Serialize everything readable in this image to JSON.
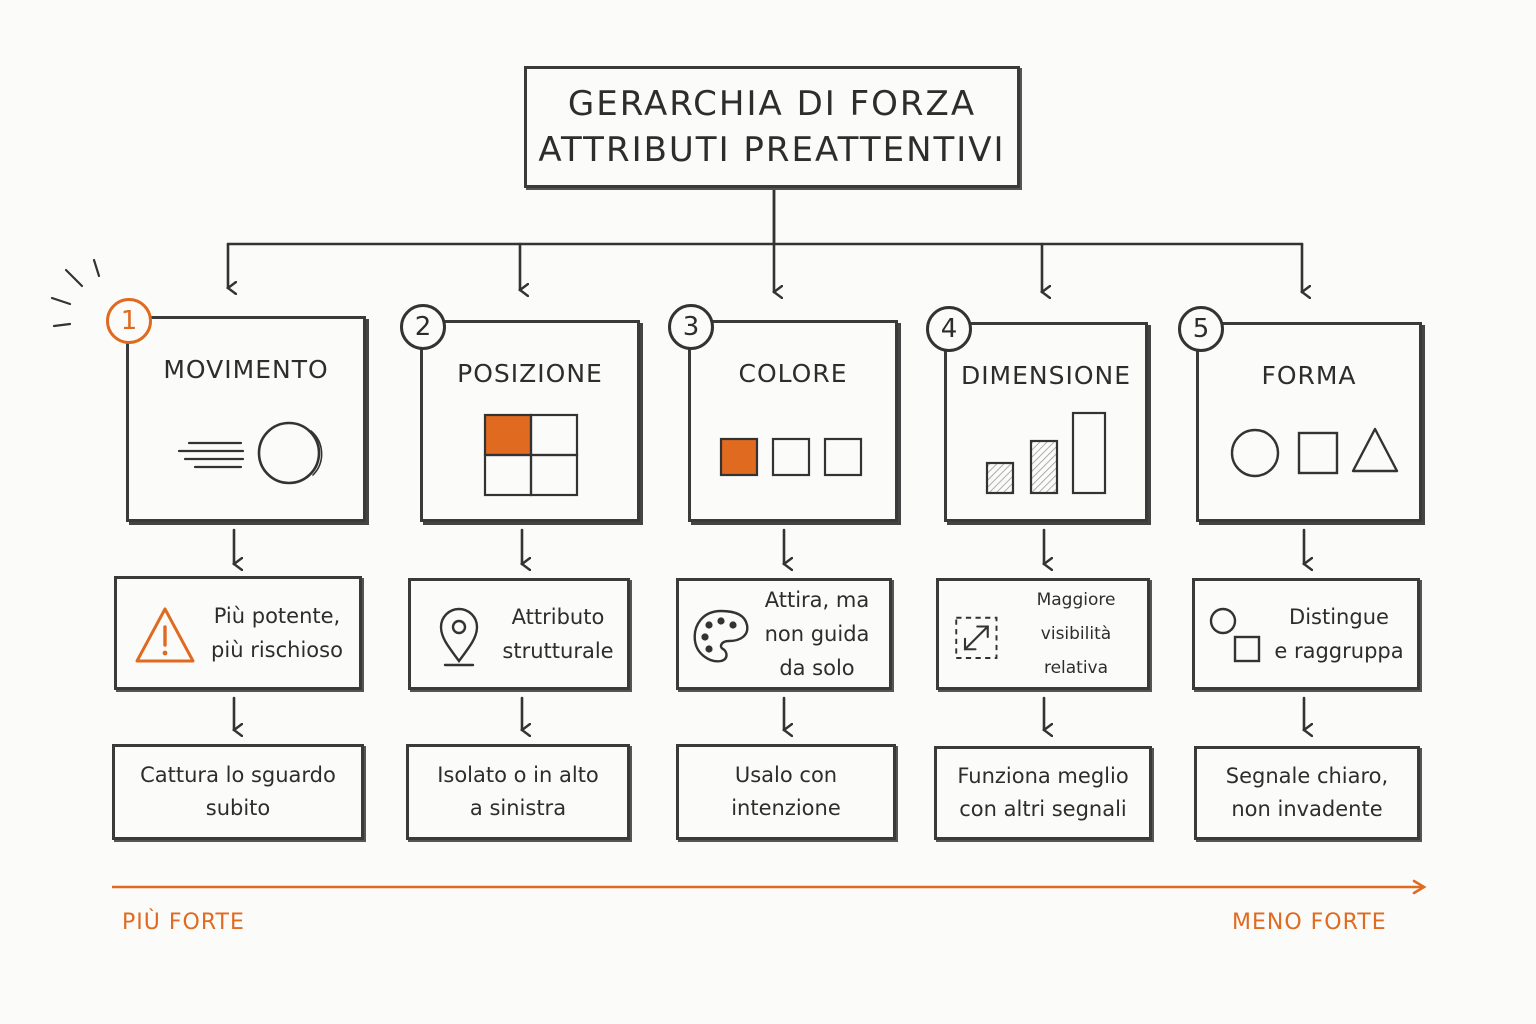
{
  "title": {
    "line1": "GERARCHIA DI FORZA",
    "line2": "ATTRIBUTI PREATTENTIVI"
  },
  "colors": {
    "accent": "#e06a1f",
    "ink": "#2d2d2d",
    "background": "#fbfbfa"
  },
  "attributes": [
    {
      "rank": "1",
      "name": "MOVIMENTO",
      "icon": "moving-circle-icon",
      "note": "Più potente,\npiù rischioso",
      "note_icon": "warning-icon",
      "outcome": "Cattura lo sguardo\nsubito"
    },
    {
      "rank": "2",
      "name": "POSIZIONE",
      "icon": "grid-position-icon",
      "note": "Attributo\nstrutturale",
      "note_icon": "map-pin-icon",
      "outcome": "Isolato o in alto\na sinistra"
    },
    {
      "rank": "3",
      "name": "COLORE",
      "icon": "color-squares-icon",
      "note": "Attira, ma\nnon guida da solo",
      "note_icon": "palette-icon",
      "outcome": "Usalo con\nintenzione"
    },
    {
      "rank": "4",
      "name": "DIMENSIONE",
      "icon": "size-bars-icon",
      "note": "Maggiore visibilità\nrelativa",
      "note_icon": "resize-arrow-icon",
      "outcome": "Funziona meglio\ncon altri segnali"
    },
    {
      "rank": "5",
      "name": "FORMA",
      "icon": "shapes-icon",
      "note": "Distingue\ne raggruppa",
      "note_icon": "circle-square-icon",
      "outcome": "Segnale chiaro,\nnon invadente"
    }
  ],
  "axis": {
    "left_label": "PIÙ FORTE",
    "right_label": "MENO FORTE"
  }
}
